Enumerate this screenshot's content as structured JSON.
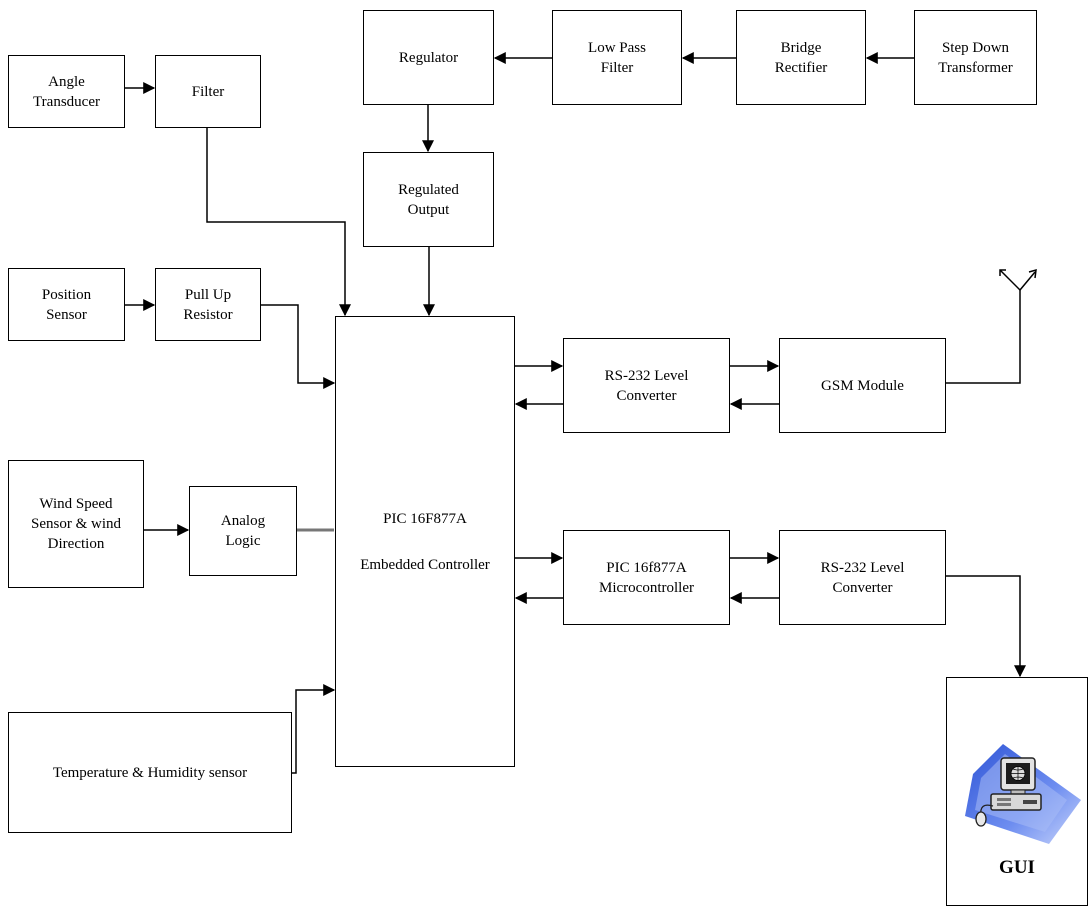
{
  "blocks": {
    "angle_transducer": "Angle\nTransducer",
    "filter": "Filter",
    "regulator": "Regulator",
    "low_pass_filter": "Low Pass\nFilter",
    "bridge_rectifier": "Bridge\nRectifier",
    "step_down_transformer": "Step Down\nTransformer",
    "regulated_output": "Regulated\nOutput",
    "position_sensor": "Position\nSensor",
    "pull_up_resistor": "Pull Up\nResistor",
    "controller": "PIC  16F877A\nEmbedded Controller",
    "rs232_top": "RS-232 Level\nConverter",
    "gsm_module": "GSM Module",
    "wind_sensor": "Wind Speed\nSensor & wind\nDirection",
    "analog_logic": "Analog\nLogic",
    "pic_micro": "PIC  16f877A\nMicrocontroller",
    "rs232_bottom": "RS-232 Level\nConverter",
    "temp_humidity": "Temperature & Humidity sensor",
    "gui": "GUI"
  },
  "icons": {
    "gui_icon": "computer-icon",
    "antenna_icon": "antenna-icon"
  },
  "colors": {
    "line": "#000000",
    "gui_glow": "#5b7fe8",
    "computer_body": "#d8d8d8"
  }
}
